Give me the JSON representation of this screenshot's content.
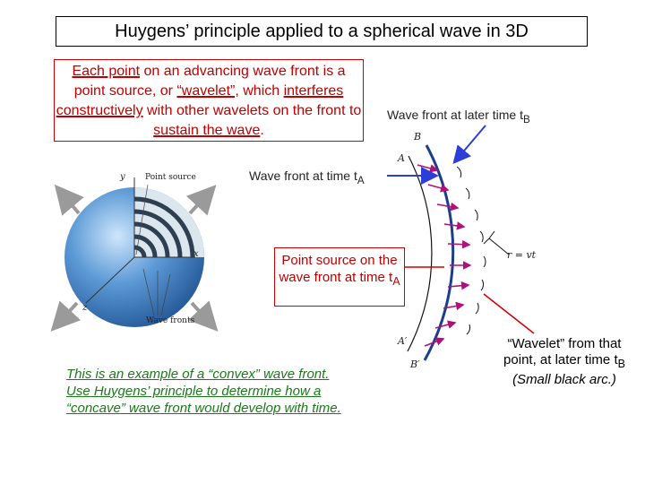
{
  "title": "Huygens’ principle applied to a spherical wave in 3D",
  "principle": {
    "seg1": "Each point",
    "seg2": " on an advancing wave front is a point source, or ",
    "seg3": "“wavelet”,",
    "seg4": " which ",
    "seg5": "interferes constructively",
    "seg6": " with other wavelets on the front to ",
    "seg7": "sustain the wave",
    "seg8": "."
  },
  "later_label": {
    "text": "Wave front at later time t",
    "sub": "B"
  },
  "at_a_label": {
    "text": "Wave front at time t",
    "sub": "A"
  },
  "point_source_box": {
    "text": "Point source on the wave front at time t",
    "sub": "A"
  },
  "wavelet_box": {
    "line1": "“Wavelet” from that point, at later time t",
    "sub": "B",
    "line2": "(Small black arc.)"
  },
  "exercise_text": "This is an example of a “convex” wave front. Use Huygens’ principle to determine how a “concave” wave front would develop with time.",
  "sphere_figure": {
    "y_label": "y",
    "x_label": "x",
    "z_label": "z",
    "point_source_label": "Point source",
    "wave_fronts_label": "Wave fronts"
  },
  "arc_figure": {
    "label_B": "B",
    "label_A": "A",
    "label_A_prime": "A′",
    "label_B_prime": "B′",
    "radius_label": "r = vt"
  },
  "colors": {
    "red": "#c00000",
    "green": "#1a7a1a",
    "blue_arrow": "#2b3fd6",
    "magenta_arrow": "#b0107a",
    "sphere_blue": "#3e7cc0"
  }
}
